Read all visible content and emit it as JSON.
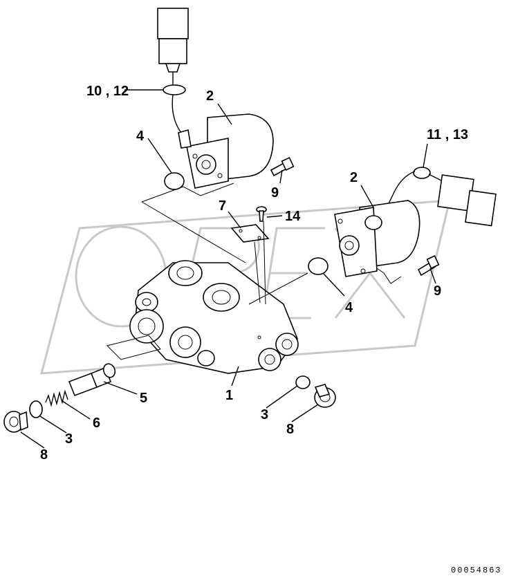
{
  "watermark": {
    "text": "OREX",
    "color": "#c8c8c8"
  },
  "drawing_code": "00054863",
  "callouts": {
    "c1": "1",
    "c2a": "2",
    "c2b": "2",
    "c3a": "3",
    "c3b": "3",
    "c4a": "4",
    "c4b": "4",
    "c5": "5",
    "c6": "6",
    "c7": "7",
    "c8a": "8",
    "c8b": "8",
    "c9a": "9",
    "c9b": "9",
    "c10_12": "10 , 12",
    "c11_13": "11 , 13",
    "c14": "14"
  }
}
